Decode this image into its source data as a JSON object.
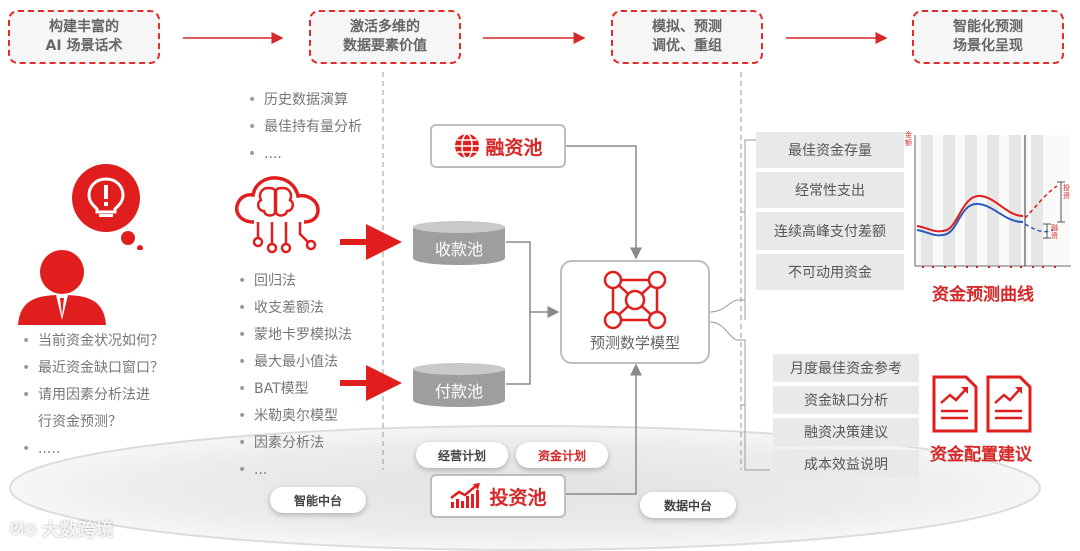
{
  "stages": [
    {
      "label": "构建丰富的\nAI 场景话术"
    },
    {
      "label": "激活多维的\n数据要素价值"
    },
    {
      "label": "模拟、预测\n调优、重组"
    },
    {
      "label": "智能化预测\n场景化呈现"
    }
  ],
  "questions": [
    "当前资金状况如何？",
    "最近资金缺口窗口？",
    "请用因素分析法进\n行资金预测？",
    "....."
  ],
  "analysis_top": [
    "历史数据演算",
    "最佳持有量分析",
    "...."
  ],
  "methods": [
    "回归法",
    "收支差额法",
    "蒙地卡罗模拟法",
    "最大最小值法",
    "BAT模型",
    "米勒奥尔模型",
    "因素分析法",
    "..."
  ],
  "pools": {
    "financing": "融资池",
    "receipt": "收款池",
    "payment": "付款池",
    "investment": "投资池"
  },
  "model": {
    "label": "预测数学模型"
  },
  "plans": {
    "business": "经营计划",
    "capital": "资金计划"
  },
  "platforms": {
    "smart": "智能中台",
    "data": "数据中台"
  },
  "outputs_forecast": [
    "最佳资金存量",
    "经常性支出",
    "连续高峰支付差额",
    "不可动用资金"
  ],
  "forecast_title": "资金预测曲线",
  "outputs_allocation": [
    "月度最佳资金参考",
    "资金缺口分析",
    "融资决策建议",
    "成本效益说明"
  ],
  "allocation_title": "资金配置建议",
  "mini_chart": {
    "ylabel": "金额",
    "invest_label": "投资",
    "finance_label": "融资"
  },
  "watermark": "大数跨境",
  "colors": {
    "accent": "#d62828",
    "panel": "#e9e9e9"
  }
}
